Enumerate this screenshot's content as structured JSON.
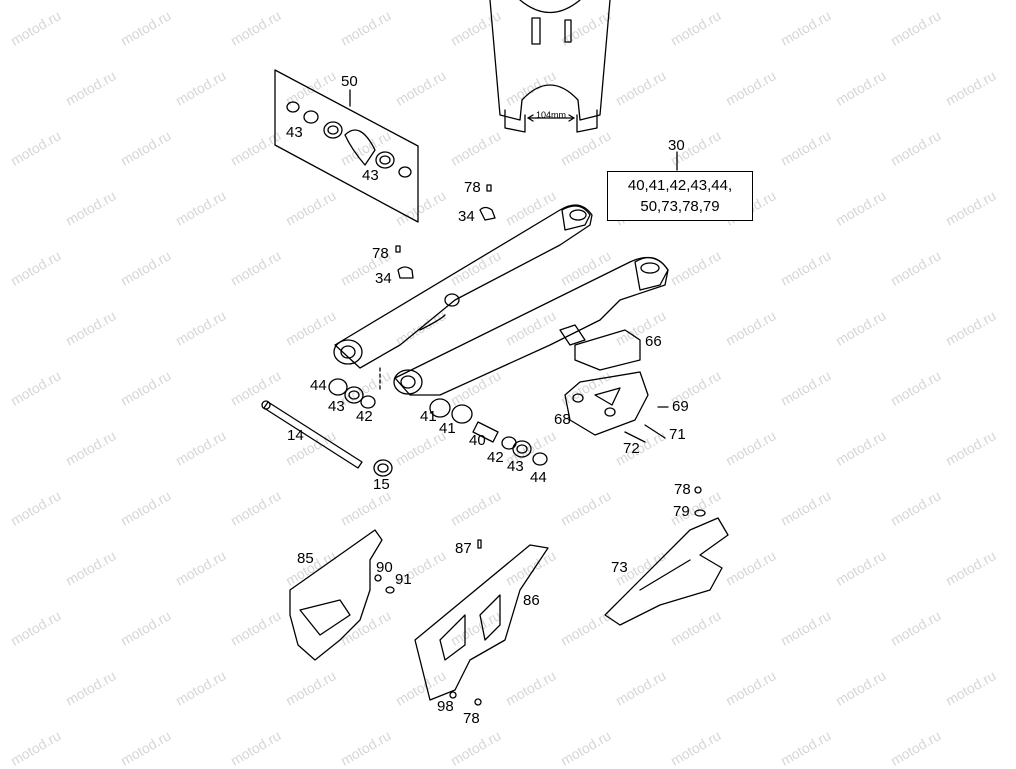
{
  "watermark": "motod.ru",
  "dimension_label": "104mm",
  "kit_box": {
    "number": "30",
    "line1": "40,41,42,43,44,",
    "line2": "50,73,78,79"
  },
  "callouts": {
    "c50": "50",
    "c43a": "43",
    "c43b": "43",
    "c78a": "78",
    "c34a": "34",
    "c78b": "78",
    "c34b": "34",
    "c66": "66",
    "c44a": "44",
    "c43c": "43",
    "c42a": "42",
    "c14": "14",
    "c41a": "41",
    "c41b": "41",
    "c40": "40",
    "c42b": "42",
    "c43d": "43",
    "c44b": "44",
    "c15": "15",
    "c68": "68",
    "c69": "69",
    "c71": "71",
    "c72": "72",
    "c78c": "78",
    "c79": "79",
    "c73": "73",
    "c87": "87",
    "c85": "85",
    "c90": "90",
    "c91": "91",
    "c86": "86",
    "c98": "98",
    "c78d": "78"
  }
}
